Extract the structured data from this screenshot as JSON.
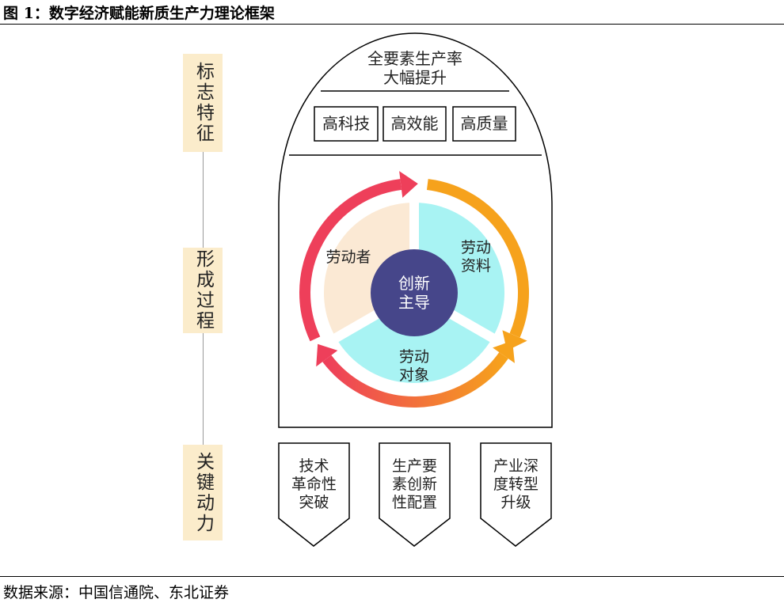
{
  "title": "图 1：数字经济赋能新质生产力理论框架",
  "source": "数据来源：中国信通院、东北证券",
  "side_labels": [
    "标志特征",
    "形成过程",
    "关键动力"
  ],
  "top": {
    "line1": "全要素生产率",
    "line2": "大幅提升",
    "boxes": [
      "高科技",
      "高效能",
      "高质量"
    ]
  },
  "cycle": {
    "center_line1": "创新",
    "center_line2": "主导",
    "sectors": [
      "劳动者",
      "劳动",
      "资料",
      "劳动",
      "对象"
    ]
  },
  "drivers": [
    [
      "技术",
      "革命性",
      "突破"
    ],
    [
      "生产要",
      "素创新",
      "性配置"
    ],
    [
      "产业深",
      "度转型",
      "升级"
    ]
  ],
  "colors": {
    "beige": "#fbe9d4",
    "cyan": "#a8f3f3",
    "red": "#ee3f5a",
    "orange": "#f6a21c",
    "navy": "#46468a",
    "side": "#fbeccb"
  }
}
